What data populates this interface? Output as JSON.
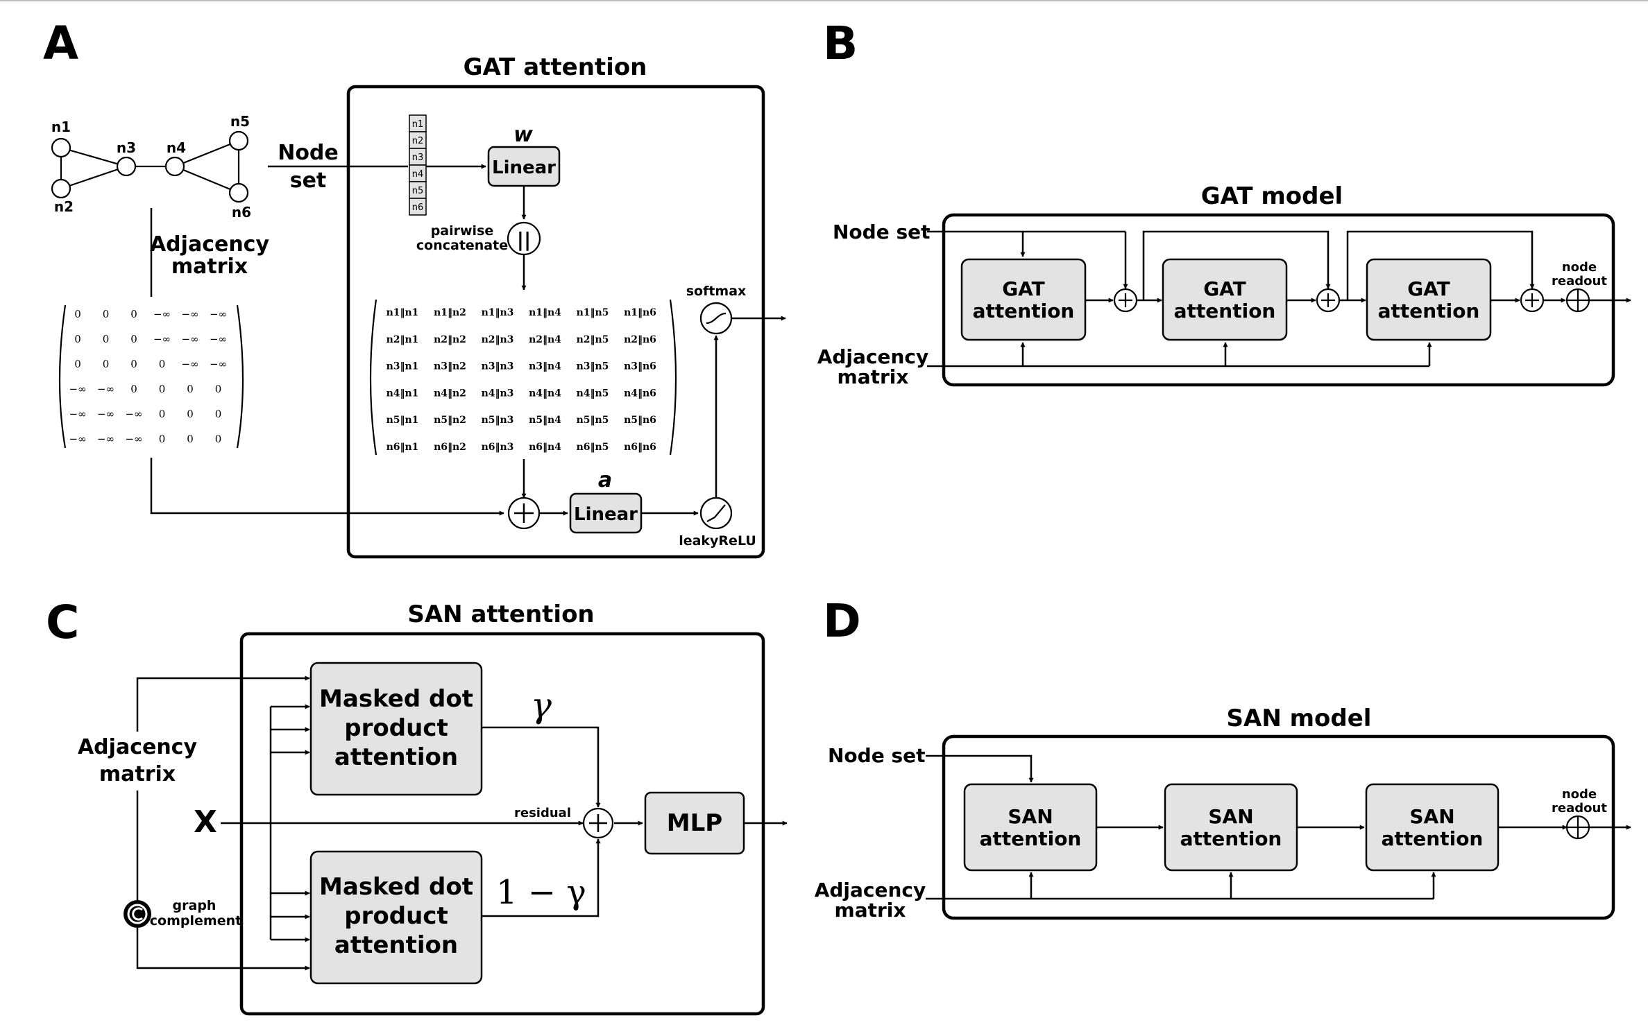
{
  "panels": {
    "a": {
      "letter": "A",
      "title": "GAT attention",
      "node_labels": [
        "n1",
        "n2",
        "n3",
        "n4",
        "n5",
        "n6"
      ],
      "node_set_line1": "Node",
      "node_set_line2": "set",
      "adj_line1": "Adjacency",
      "adj_line2": "matrix",
      "matrix": [
        [
          "0",
          "0",
          "0",
          "−∞",
          "−∞",
          "−∞"
        ],
        [
          "0",
          "0",
          "0",
          "−∞",
          "−∞",
          "−∞"
        ],
        [
          "0",
          "0",
          "0",
          "0",
          "−∞",
          "−∞"
        ],
        [
          "−∞",
          "−∞",
          "0",
          "0",
          "0",
          "0"
        ],
        [
          "−∞",
          "−∞",
          "−∞",
          "0",
          "0",
          "0"
        ],
        [
          "−∞",
          "−∞",
          "−∞",
          "0",
          "0",
          "0"
        ]
      ],
      "vector": [
        "n1",
        "n2",
        "n3",
        "n4",
        "n5",
        "n6"
      ],
      "w_label": "w",
      "linear1": "Linear",
      "pairwise_line1": "pairwise",
      "pairwise_line2": "concatenate",
      "concat_symbol": "||",
      "pairs": [
        [
          "n1‖n1",
          "n1‖n2",
          "n1‖n3",
          "n1‖n4",
          "n1‖n5",
          "n1‖n6"
        ],
        [
          "n2‖n1",
          "n2‖n2",
          "n2‖n3",
          "n2‖n4",
          "n2‖n5",
          "n2‖n6"
        ],
        [
          "n3‖n1",
          "n3‖n2",
          "n3‖n3",
          "n3‖n4",
          "n3‖n5",
          "n3‖n6"
        ],
        [
          "n4‖n1",
          "n4‖n2",
          "n4‖n3",
          "n4‖n4",
          "n4‖n5",
          "n4‖n6"
        ],
        [
          "n5‖n1",
          "n5‖n2",
          "n5‖n3",
          "n5‖n4",
          "n5‖n5",
          "n5‖n6"
        ],
        [
          "n6‖n1",
          "n6‖n2",
          "n6‖n3",
          "n6‖n4",
          "n6‖n5",
          "n6‖n6"
        ]
      ],
      "a_label": "a",
      "linear2": "Linear",
      "softmax": "softmax",
      "leaky": "leakyReLU"
    },
    "b": {
      "letter": "B",
      "title": "GAT model",
      "node_set": "Node set",
      "adj_line1": "Adjacency",
      "adj_line2": "matrix",
      "block_line1": "GAT",
      "block_line2": "attention",
      "readout_line1": "node",
      "readout_line2": "readout"
    },
    "c": {
      "letter": "C",
      "title": "SAN attention",
      "adj_line1": "Adjacency",
      "adj_line2": "matrix",
      "x_label": "X",
      "mdp_line1": "Masked dot",
      "mdp_line2": "product",
      "mdp_line3": "attention",
      "gamma": "γ",
      "one_minus_gamma": "1 − γ",
      "residual": "residual",
      "mlp": "MLP",
      "complement_line1": "graph",
      "complement_line2": "complement"
    },
    "d": {
      "letter": "D",
      "title": "SAN model",
      "node_set": "Node set",
      "adj_line1": "Adjacency",
      "adj_line2": "matrix",
      "block_line1": "SAN",
      "block_line2": "attention",
      "readout_line1": "node",
      "readout_line2": "readout"
    }
  }
}
